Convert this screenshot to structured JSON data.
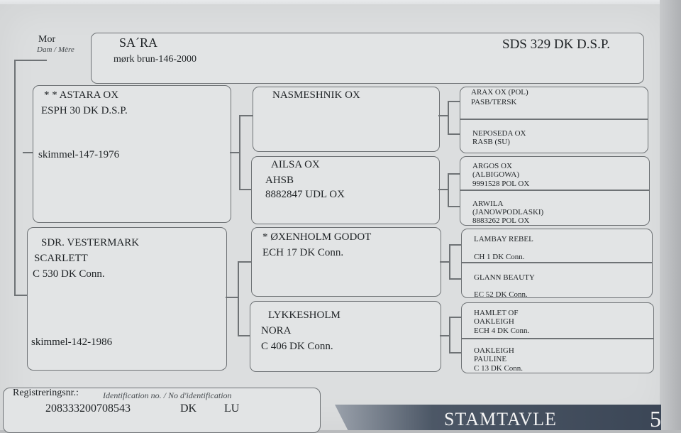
{
  "mare": {
    "label": "Mor",
    "sublabel": "Dam / Mère",
    "name": "SA´RA",
    "registration": "SDS 329 DK D.S.P.",
    "details": "mørk brun-146-2000"
  },
  "sire": {
    "name": "* * ASTARA OX",
    "studbook": "ESPH 30 DK D.S.P.",
    "details": "skimmel-147-1976"
  },
  "dam": {
    "name_line1": "SDR. VESTERMARK",
    "name_line2": "SCARLETT",
    "studbook": "C 530 DK Conn.",
    "details": "skimmel-142-1986"
  },
  "grandparents": {
    "ss": {
      "line1": "NASMESHNIK OX"
    },
    "sd": {
      "line1": "AILSA OX",
      "line2": "AHSB",
      "line3": "8882847 UDL OX"
    },
    "ds": {
      "line1": "* ØXENHOLM GODOT",
      "line2": "ECH 17 DK Conn."
    },
    "dd": {
      "line1": "LYKKESHOLM",
      "line2": "NORA",
      "line3": "C 406 DK Conn."
    }
  },
  "great_grandparents": {
    "sss": [
      "ARAX OX (POL)",
      "PASB/TERSK"
    ],
    "ssd": [
      "NEPOSEDA OX",
      "RASB (SU)"
    ],
    "sds": [
      "ARGOS OX",
      "(ALBIGOWA)",
      "9991528 POL OX"
    ],
    "sdd": [
      "ARWILA",
      "(JANOWPODLASKI)",
      "8883262 POL OX"
    ],
    "dss": [
      "LAMBAY REBEL",
      "CH 1 DK Conn."
    ],
    "dsd": [
      "GLANN BEAUTY",
      "EC 52 DK Conn."
    ],
    "dds": [
      "HAMLET OF",
      "OAKLEIGH",
      "ECH 4 DK Conn."
    ],
    "ddd": [
      "OAKLEIGH",
      "PAULINE",
      "C 13 DK Conn."
    ]
  },
  "registration_box": {
    "label": "Registreringsnr.:",
    "label_italic": "Identification no. / No d'identification",
    "number": "208333200708543",
    "country": "DK",
    "code": "LU"
  },
  "footer": {
    "title": "STAMTAVLE",
    "page": "5"
  }
}
